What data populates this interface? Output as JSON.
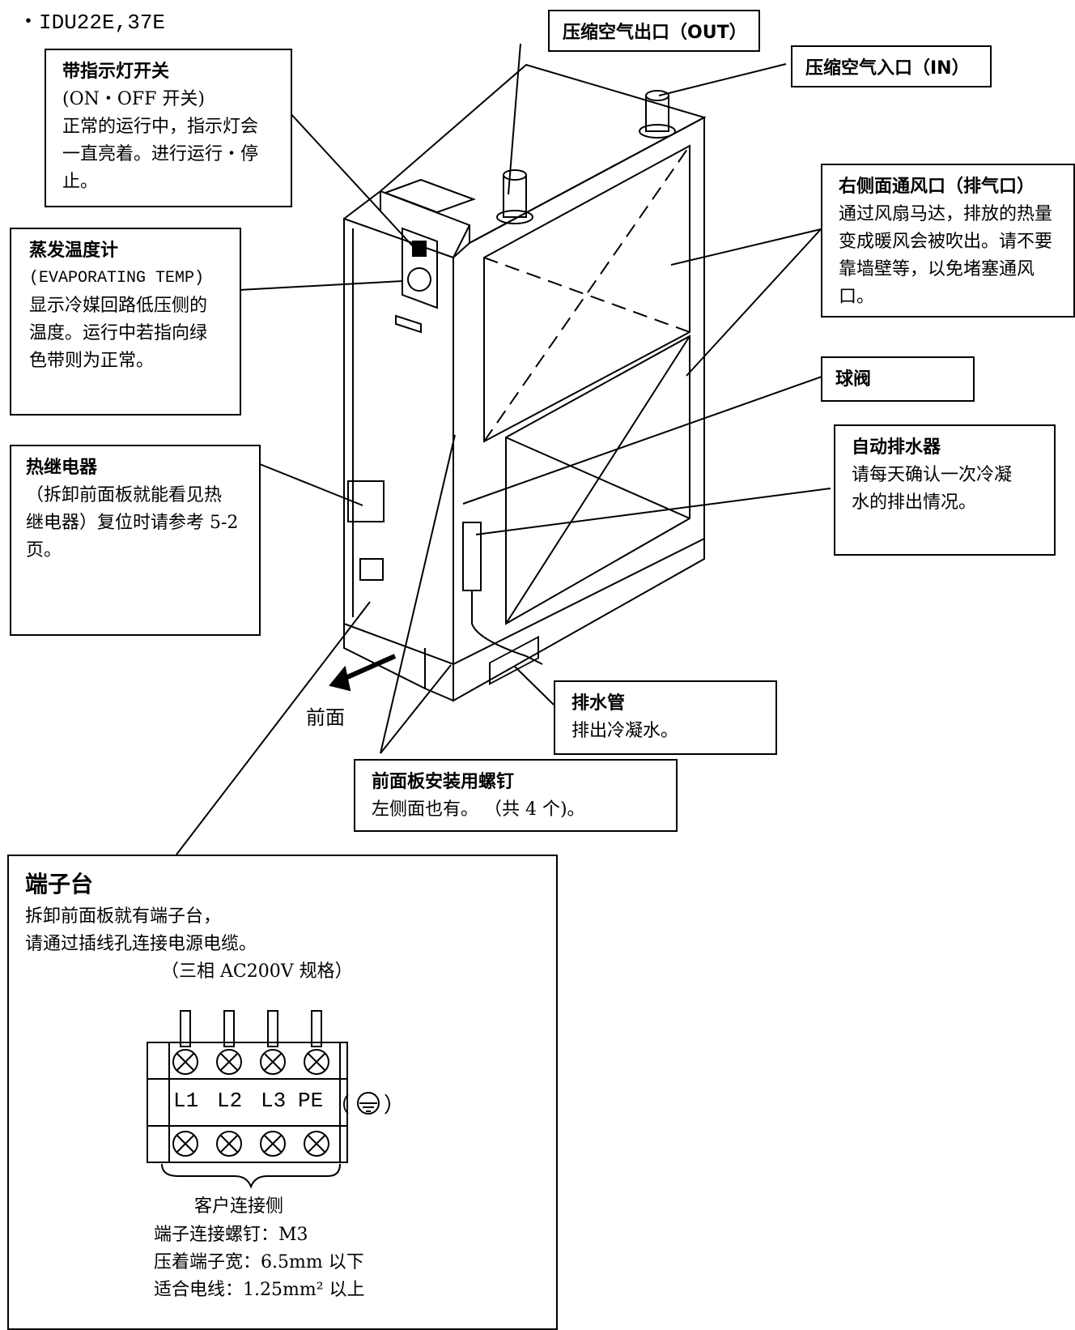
{
  "model": "・IDU22E,37E",
  "callouts": {
    "out": {
      "title": "压缩空气出口（OUT）"
    },
    "in": {
      "title": "压缩空气入口（IN）"
    },
    "switch": {
      "title": "带指示灯开关",
      "lines": [
        "(ON・OFF 开关)",
        "正常的运行中，指示灯会",
        "一直亮着。进行运行・停",
        "止。"
      ]
    },
    "gauge": {
      "title": "蒸发温度计",
      "lines": [
        "(EVAPORATING TEMP)",
        "显示冷媒回路低压侧的",
        "温度。运行中若指向绿",
        "色带则为正常。"
      ]
    },
    "vent": {
      "title": "右侧面通风口（排气口）",
      "lines": [
        "通过风扇马达，排放的热量",
        "变成暖风会被吹出。请不要",
        "靠墙壁等，以免堵塞通风",
        "口。"
      ]
    },
    "ball_valve": {
      "title": "球阀"
    },
    "drain": {
      "title": "自动排水器",
      "lines": [
        "请每天确认一次冷凝",
        "水的排出情况。"
      ]
    },
    "relay": {
      "title": "热继电器",
      "lines": [
        "（拆卸前面板就能看见热",
        "继电器）复位时请参考 5-2",
        "页。"
      ]
    },
    "pipe": {
      "title": "排水管",
      "lines": [
        "排出冷凝水。"
      ]
    },
    "screws": {
      "title": "前面板安装用螺钉",
      "lines": [
        "左侧面也有。 （共 4 个)。"
      ]
    },
    "front": "前面"
  },
  "terminal": {
    "title": "端子台",
    "lines": [
      "拆卸前面板就有端子台，",
      "请通过插线孔连接电源电缆。"
    ],
    "spec": "（三相 AC200V 规格）",
    "labels": [
      "L1",
      "L2",
      "L3",
      "PE"
    ],
    "paren_open": "（",
    "paren_close": "）",
    "side": "客户连接侧",
    "notes": [
      "端子连接螺钉：M3",
      "压着端子宽：6.5mm 以下",
      "适合电线：1.25mm² 以上"
    ]
  }
}
